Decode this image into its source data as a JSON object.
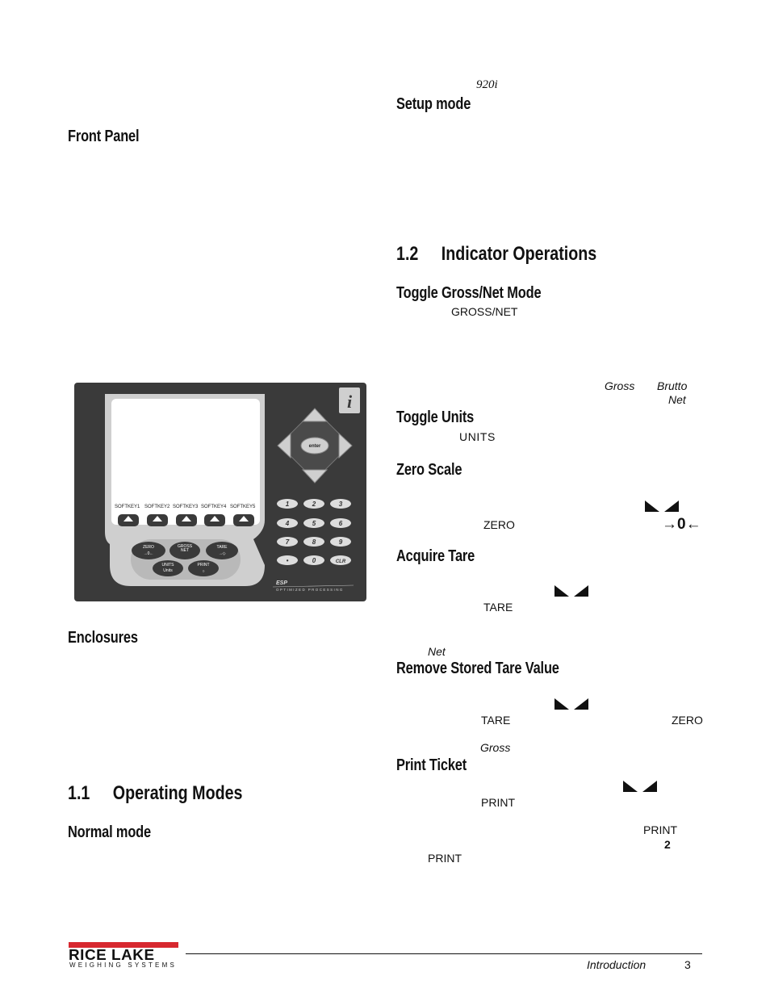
{
  "left": {
    "front_panel": "Front Panel",
    "enclosures": "Enclosures",
    "section_1_1": {
      "number": "1.1",
      "title": "Operating Modes"
    },
    "normal_mode": "Normal mode"
  },
  "right": {
    "model": "920i",
    "setup_mode": "Setup mode",
    "section_1_2": {
      "number": "1.2",
      "title": "Indicator Operations"
    },
    "toggle_gross_net": "Toggle Gross/Net Mode",
    "gross_net_key": "GROSS/NET",
    "gross_word": "Gross",
    "brutto_word": "Brutto",
    "net_word": "Net",
    "toggle_units": "Toggle Units",
    "units_key": "UNITS",
    "zero_scale": "Zero Scale",
    "zero_key": "ZERO",
    "center_of_zero": "→0←",
    "acquire_tare": "Acquire Tare",
    "tare_key": "TARE",
    "net_word_2": "Net",
    "remove_tare": "Remove Stored Tare Value",
    "tare_key_2": "TARE",
    "zero_key_2": "ZERO",
    "gross_word_2": "Gross",
    "print_ticket": "Print Ticket",
    "print_key": "PRINT",
    "print_key_2": "PRINT",
    "number_2": "2",
    "print_key_3": "PRINT"
  },
  "panel": {
    "softkeys": [
      "SOFTKEY1",
      "SOFTKEY2",
      "SOFTKEY3",
      "SOFTKEY4",
      "SOFTKEY5"
    ],
    "function_keys": {
      "zero": "ZERO",
      "gross": "GROSS",
      "net": "NET",
      "tare": "TARE",
      "units": "UNITS",
      "print": "PRINT",
      "units_sub": "Units"
    },
    "enter": "enter",
    "numpad": [
      "1",
      "2",
      "3",
      "4",
      "5",
      "6",
      "7",
      "8",
      "9",
      "•",
      "0",
      "CLR"
    ],
    "brand_line1": "ESP",
    "brand_line2": "OPTIMIZED PROCESSING",
    "logo_letter": "i"
  },
  "footer": {
    "logo_top": "RICE LAKE",
    "logo_bottom": "WEIGHING SYSTEMS",
    "section": "Introduction",
    "page": "3"
  },
  "colors": {
    "panel": "#3a3a3a",
    "screen": "#ffffff",
    "key_bg": "#dddddd",
    "logo_red": "#d7282f"
  }
}
